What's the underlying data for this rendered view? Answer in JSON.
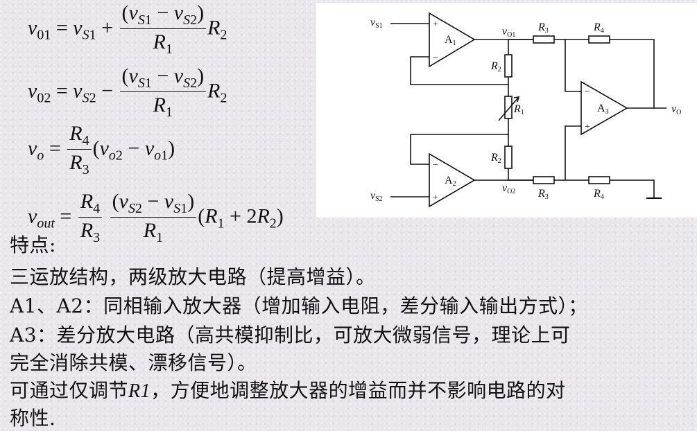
{
  "equations": {
    "eq1": "v01 = vS1 + (vS1 − vS2)/R1 · R2",
    "eq2": "v02 = vS2 − (vS1 − vS2)/R1 · R2",
    "eq3": "vo = R4/R3 (vo2 − vo1)",
    "eq4": "vout = R4/R3 · (vS2 − vS1)/R1 · (R1 + 2R2)"
  },
  "circuit": {
    "labels": {
      "vs1": "v",
      "vs1_sub": "S1",
      "vs2": "v",
      "vs2_sub": "S2",
      "vo1": "v",
      "vo1_sub": "O1",
      "vo2": "v",
      "vo2_sub": "O2",
      "vo": "v",
      "vo_sub": "O",
      "a1": "A",
      "a1_sub": "1",
      "a2": "A",
      "a2_sub": "2",
      "a3": "A",
      "a3_sub": "3",
      "r1": "R",
      "r1_sub": "1",
      "r2a": "R",
      "r2a_sub": "2",
      "r2b": "R",
      "r2b_sub": "2",
      "r3a": "R",
      "r3a_sub": "3",
      "r3b": "R",
      "r3b_sub": "3",
      "r4a": "R",
      "r4a_sub": "4",
      "r4b": "R",
      "r4b_sub": "4"
    }
  },
  "text": {
    "heading": "特点:",
    "line1": "三运放结构，两级放大电路（提高增益）。",
    "line2": "A1、A2：同相输入放大器（增加输入电阻，差分输入输出方式）；",
    "line3": "A3：差分放大电路（高共模抑制比，可放大微弱信号，理论上可",
    "line4": "完全消除共模、漂移信号）。",
    "line5_pre": "可通过仅调节",
    "line5_var": "R1",
    "line5_post": "，方便地调整放大器的增益而并不影响电路的对",
    "line6": "称性."
  }
}
